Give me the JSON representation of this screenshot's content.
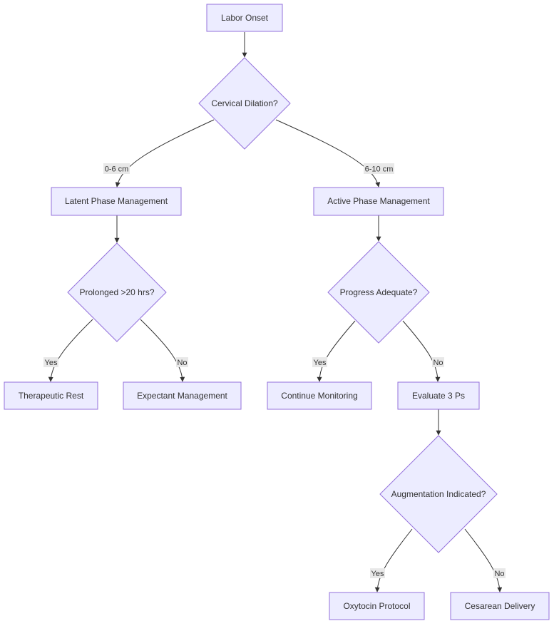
{
  "nodes": {
    "labor_onset": "Labor Onset",
    "cervical_dilation": "Cervical Dilation?",
    "latent_phase": "Latent Phase Management",
    "active_phase": "Active Phase Management",
    "prolonged": "Prolonged >20 hrs?",
    "progress": "Progress Adequate?",
    "therapeutic_rest": "Therapeutic Rest",
    "expectant": "Expectant Management",
    "continue_monitoring": "Continue Monitoring",
    "evaluate_3ps": "Evaluate 3 Ps",
    "augmentation": "Augmentation Indicated?",
    "oxytocin": "Oxytocin Protocol",
    "cesarean": "Cesarean Delivery"
  },
  "edges": {
    "dilation_to_latent": "0-6 cm",
    "dilation_to_active": "6-10 cm",
    "prolonged_yes": "Yes",
    "prolonged_no": "No",
    "progress_yes": "Yes",
    "progress_no": "No",
    "augmentation_yes": "Yes",
    "augmentation_no": "No"
  }
}
